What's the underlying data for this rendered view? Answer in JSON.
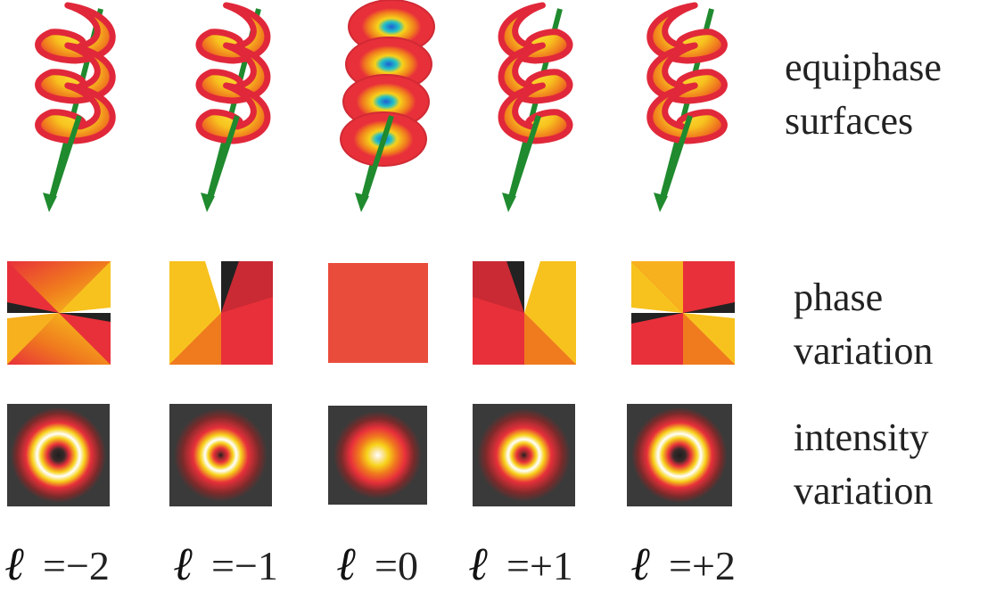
{
  "row_labels": {
    "equiphase": [
      "equiphase",
      "surfaces"
    ],
    "phase": [
      "phase",
      "variation"
    ],
    "intensity": [
      "intensity",
      "variation"
    ]
  },
  "modes": [
    {
      "ell_symbol": "ℓ",
      "value_text": "=−2",
      "l": -2
    },
    {
      "ell_symbol": "ℓ",
      "value_text": "=−1",
      "l": -1
    },
    {
      "ell_symbol": "ℓ",
      "value_text": "=0",
      "l": 0
    },
    {
      "ell_symbol": "ℓ",
      "value_text": "=+1",
      "l": 1
    },
    {
      "ell_symbol": "ℓ",
      "value_text": "=+2",
      "l": 2
    }
  ],
  "colors": {
    "red": "#e8303a",
    "orange": "#f07a1e",
    "yellow": "#f7d21a",
    "white": "#ffffff",
    "dark": "#3a3a3a",
    "arrow": "#1f8a2e",
    "center_blue": "#1f5fd0",
    "center_cyan": "#22c0c8",
    "flat_phase": "#e94c3b"
  }
}
